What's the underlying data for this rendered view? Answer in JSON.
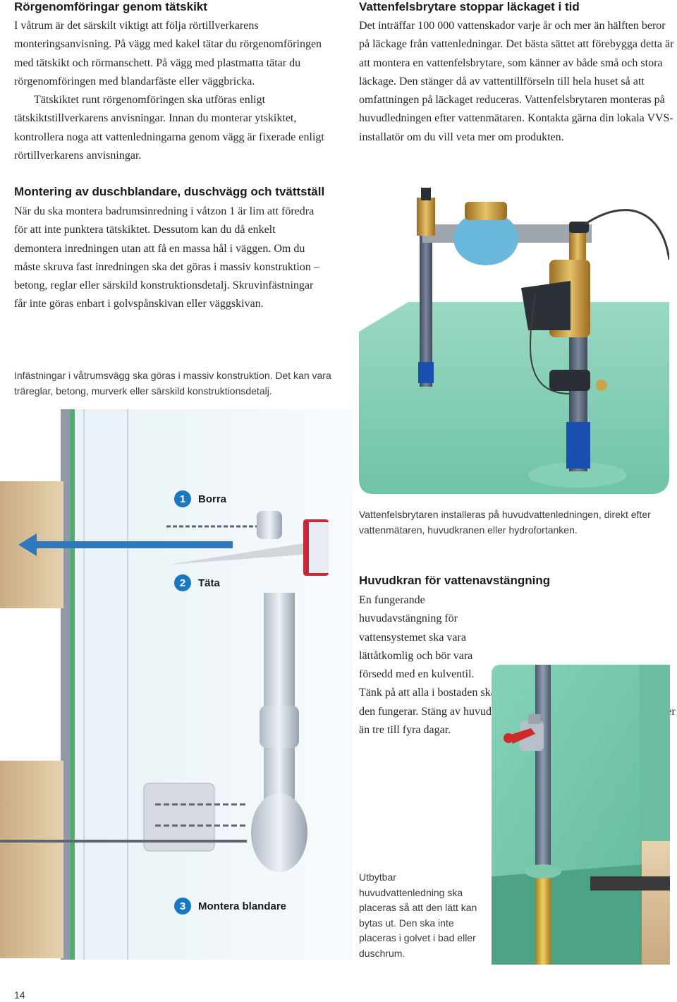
{
  "sections": {
    "tatskikt": {
      "heading": "Rörgenomföringar genom tätskikt",
      "paragraphs": [
        "I våtrum är det särskilt viktigt att följa rörtillverkarens monteringsanvisning. På vägg med kakel tätar du rörgenomföringen med tätskikt och rörmanschett. På vägg med plastmatta tätar du rörgenomföringen med blandarfäste eller väggbricka.",
        "Tätskiktet runt rörgenomföringen ska utföras enligt tätskiktstillverkarens anvisningar. Innan du monterar ytskiktet, kontrollera noga att vattenledningarna genom vägg är fixerade enligt rörtillverkarens anvisningar."
      ]
    },
    "vattenfelsbrytare": {
      "heading": "Vattenfelsbrytare stoppar läckaget i tid",
      "paragraphs": [
        "Det inträffar 100 000 vattenskador varje år och mer än hälften beror på läckage från vattenledningar. Det bästa sättet att förebygga detta är att montera en vattenfelsbrytare, som känner av både små och stora läckage. Den stänger då av vattentillförseln till hela huset så att omfattningen på läckaget reduceras. Vattenfelsbrytaren monteras på huvudledningen efter vattenmätaren. Kontakta gärna din lokala VVS- installatör om du vill veta mer om produkten."
      ],
      "image_caption": "Vattenfelsbrytaren installeras  på huvudvattenledningen, direkt efter vattenmätaren, huvudkranen eller hydrofortanken."
    },
    "montering": {
      "heading": "Montering av duschblandare, duschvägg och tvättställ",
      "paragraphs": [
        "När du ska montera badrumsinredning i våtzon 1 är lim att föredra för att inte punktera tätskiktet. Dessutom kan du då enkelt demontera inredningen utan att få en massa hål i väggen. Om du måste skruva fast inredningen ska det göras i massiv konstruktion – betong, reglar eller särskild konstruktionsdetalj. Skruvinfästningar får inte göras enbart i golvspånskivan eller väggskivan."
      ],
      "figure_caption": "Infästningar i våtrumsvägg ska göras i massiv konstruktion. Det kan vara träreglar, betong, murverk eller särskild konstruktionsdetalj."
    },
    "huvudkran": {
      "heading": "Huvudkran för vattenavstängning",
      "paragraphs": [
        "En fungerande huvudavstängning för vattensystemet ska vara lättåtkomlig och bör vara försedd med en kulventil. Tänk på att alla i bostaden ska veta var huvudkranen finns och hur den fungerar. Stäng av huvudkranen när du är borta från bostaden mer än tre till fyra dagar."
      ],
      "image_caption": "Utbytbar huvudvattenledning ska placeras så att den lätt kan bytas ut. Den ska inte placeras i golvet i bad eller duschrum."
    }
  },
  "steps": [
    {
      "number": "1",
      "label": "Borra"
    },
    {
      "number": "2",
      "label": "Täta"
    },
    {
      "number": "3",
      "label": "Montera blandare"
    }
  ],
  "page_number": "14",
  "colors": {
    "accent_blue": "#1a78c2",
    "mint_floor": "#7fcfb4",
    "wall_wood": "#d9c19e"
  }
}
